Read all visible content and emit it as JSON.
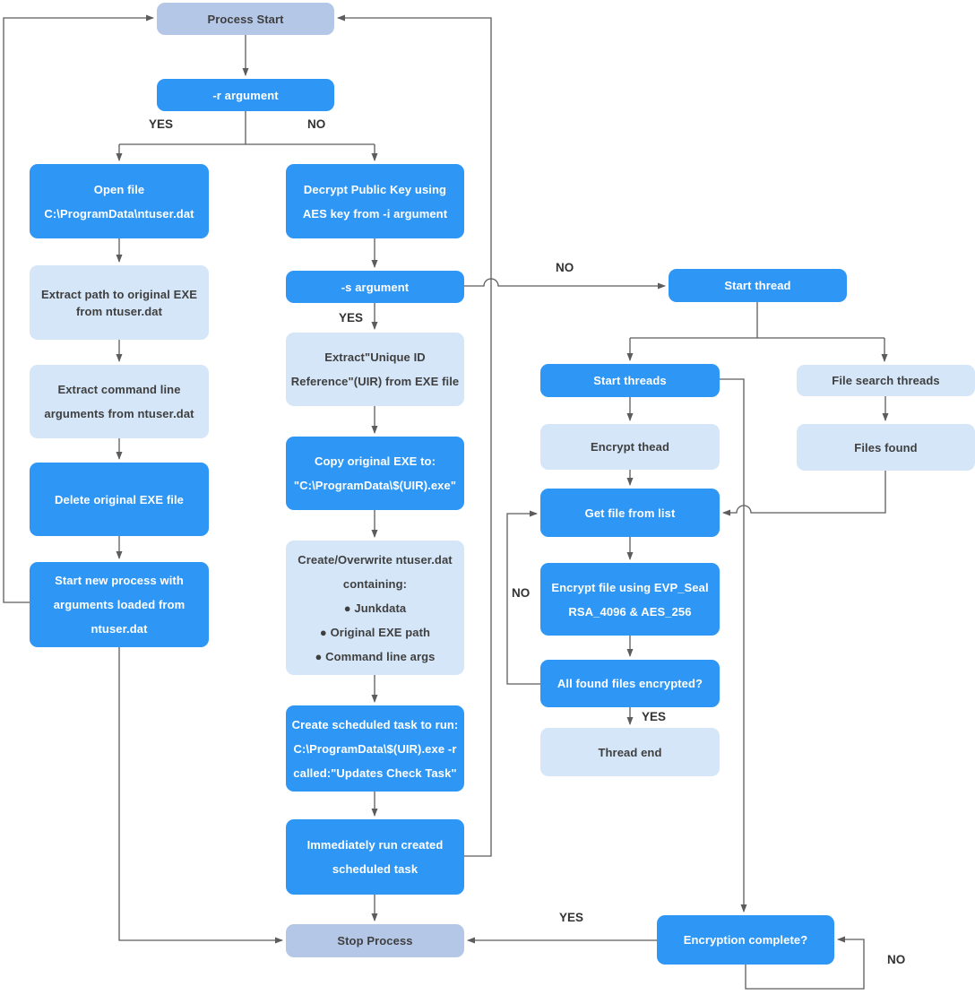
{
  "colors": {
    "node_blue": "#2E96F5",
    "node_light_blue": "#D5E6F8",
    "node_gray_blue": "#B4C7E7",
    "text_on_blue": "#FFFFFF",
    "text_dark": "#3F3F3F",
    "connector_line": "#5C5C5C"
  },
  "nodes": {
    "process_start": {
      "lines": [
        "Process Start"
      ]
    },
    "r_argument": {
      "lines": [
        "-r argument"
      ]
    },
    "open_file": {
      "lines": [
        "Open file",
        "C:\\ProgramData\\ntuser.dat"
      ]
    },
    "extract_path": {
      "lines": [
        "Extract path to original EXE",
        "from ntuser.dat"
      ]
    },
    "extract_cmdline": {
      "lines": [
        "Extract command line",
        "arguments from ntuser.dat"
      ]
    },
    "delete_exe": {
      "lines": [
        "Delete original EXE file"
      ]
    },
    "start_new_process": {
      "lines": [
        "Start new process with",
        "arguments loaded from",
        "ntuser.dat"
      ]
    },
    "decrypt_key": {
      "lines": [
        "Decrypt Public Key using",
        "AES key from -i argument"
      ]
    },
    "s_argument": {
      "lines": [
        "-s argument"
      ]
    },
    "extract_uir": {
      "lines": [
        "Extract\"Unique ID",
        "Reference\"(UIR) from EXE file"
      ]
    },
    "copy_exe": {
      "lines": [
        "Copy original EXE to:",
        "\"C:\\ProgramData\\$(UIR).exe\""
      ]
    },
    "create_ntuser": {
      "lines": [
        "Create/Overwrite ntuser.dat",
        "containing:",
        "● Junkdata",
        "● Original EXE path",
        "● Command line args"
      ]
    },
    "create_task": {
      "lines": [
        "Create scheduled task to run:",
        "C:\\ProgramData\\$(UIR).exe -r",
        "called:\"Updates Check Task\""
      ]
    },
    "run_task": {
      "lines": [
        "Immediately run created",
        "scheduled task"
      ]
    },
    "stop_process": {
      "lines": [
        "Stop Process"
      ]
    },
    "start_thread": {
      "lines": [
        "Start thread"
      ]
    },
    "start_threads": {
      "lines": [
        "Start threads"
      ]
    },
    "encrypt_thread": {
      "lines": [
        "Encrypt thead"
      ]
    },
    "file_search_threads": {
      "lines": [
        "File search threads"
      ]
    },
    "files_found": {
      "lines": [
        "Files found"
      ]
    },
    "get_file": {
      "lines": [
        "Get file from list"
      ]
    },
    "encrypt_file": {
      "lines": [
        "Encrypt file using EVP_Seal",
        "RSA_4096 & AES_256"
      ]
    },
    "all_encrypted": {
      "lines": [
        "All found files encrypted?"
      ]
    },
    "thread_end": {
      "lines": [
        "Thread end"
      ]
    },
    "encryption_complete": {
      "lines": [
        "Encryption complete?"
      ]
    }
  },
  "edge_labels": {
    "r_yes": "YES",
    "r_no": "NO",
    "s_yes": "YES",
    "s_no": "NO",
    "encrypt_loop_no": "NO",
    "all_encrypted_yes": "YES",
    "encryption_complete_yes": "YES",
    "encryption_complete_no": "NO"
  }
}
